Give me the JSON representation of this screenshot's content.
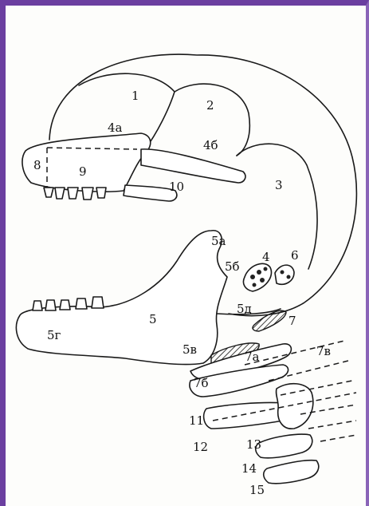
{
  "frame_color": "#6b3fa0",
  "labels": {
    "l1": "1",
    "l2": "2",
    "l3": "3",
    "l4": "4",
    "l4a": "4a",
    "l4b": "4б",
    "l5": "5",
    "l5a": "5a",
    "l5b": "5б",
    "l5v": "5в",
    "l5g": "5г",
    "l5d": "5д",
    "l6": "6",
    "l7": "7",
    "l7a": "7а",
    "l7b": "7б",
    "l7v": "7в",
    "l8": "8",
    "l9": "9",
    "l10": "10",
    "l11": "11",
    "l12": "12",
    "l13": "13",
    "l14": "14",
    "l15": "15"
  }
}
